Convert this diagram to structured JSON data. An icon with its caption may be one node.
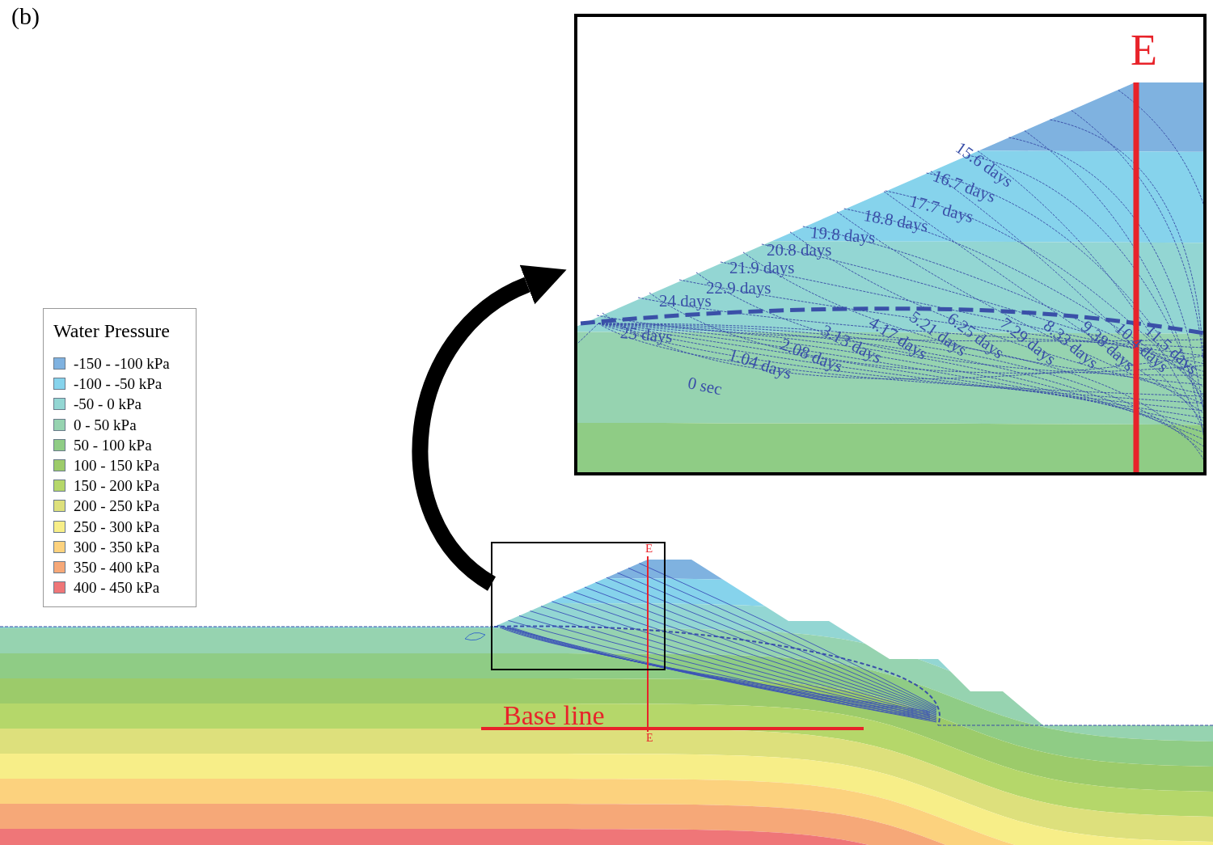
{
  "diagram": {
    "nodes": [
      {
        "text": [],
        "shape": "box"
      },
      {
        "text": [],
        "shape": "box"
      }
    ],
    "edges": [
      {
        "from": 1,
        "to": 0,
        "arrow": "to"
      }
    ],
    "labels": [
      "(b)",
      "E",
      "15.6 days",
      "16.7 days",
      "17.7 days",
      "18.8 days",
      "19.8 days",
      "20.8 days",
      "21.9 days",
      "22.9 days",
      "24 days",
      "25 days",
      "0 sec",
      "1.04 days",
      "2.08 days",
      "3.13 days",
      "4.17 days",
      "5.21 days",
      "6.25 days",
      "7.29 days",
      "8.33 days",
      "9.38 days",
      "10.4 days",
      "11.5 days",
      "Water Pressure",
      "E",
      "Base line",
      "E"
    ],
    "legend": [
      {
        "text": "-150 - -100 kPa",
        "color": "#7fb2e0"
      },
      {
        "text": "-100 - -50 kPa",
        "color": "#86d3ec"
      },
      {
        "text": "-50 - 0 kPa",
        "color": "#93d6d3"
      },
      {
        "text": "0 - 50 kPa",
        "color": "#96d3b0"
      },
      {
        "text": "50 - 100 kPa",
        "color": "#8fcc85"
      },
      {
        "text": "100 - 150 kPa",
        "color": "#9ccb6a"
      },
      {
        "text": "150 - 200 kPa",
        "color": "#b5d76a"
      },
      {
        "text": "200 - 250 kPa",
        "color": "#dde07c"
      },
      {
        "text": "250 - 300 kPa",
        "color": "#f7ee88"
      },
      {
        "text": "300 - 350 kPa",
        "color": "#fcd27e"
      },
      {
        "text": "350 - 400 kPa",
        "color": "#f6a878"
      },
      {
        "text": "400 - 450 kPa",
        "color": "#ef7678"
      }
    ]
  }
}
